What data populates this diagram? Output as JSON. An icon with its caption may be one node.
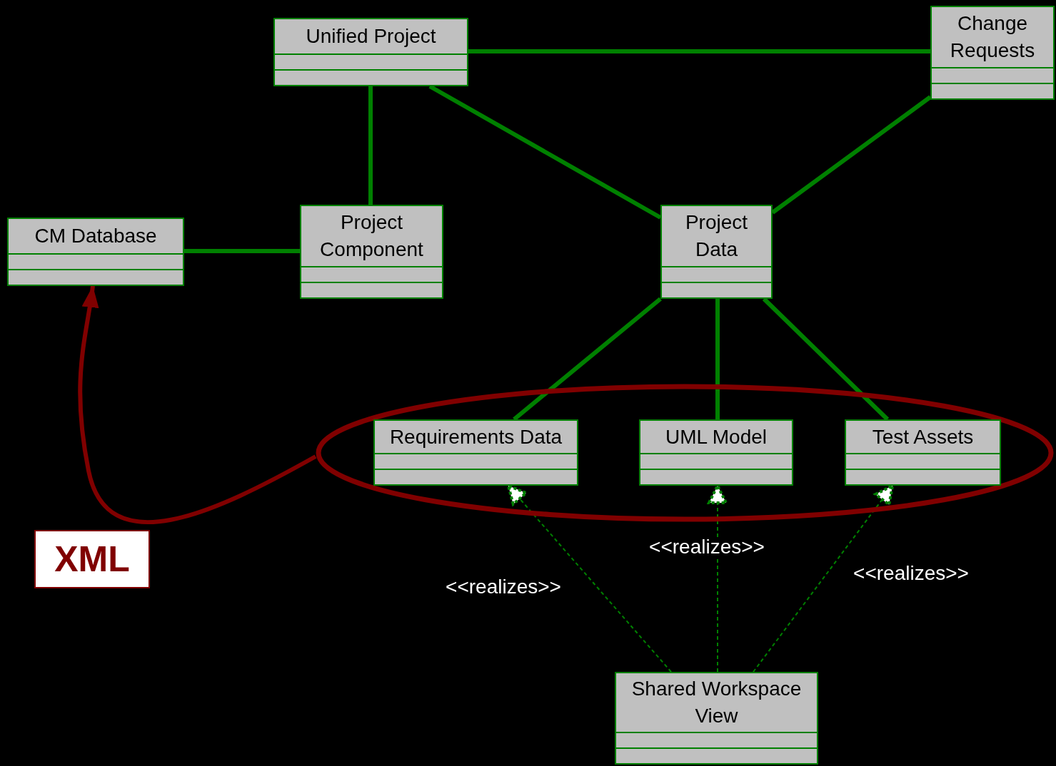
{
  "diagram": {
    "nodes": [
      {
        "text": [
          "Unified Project"
        ]
      },
      {
        "text": [
          "Change Requests"
        ]
      },
      {
        "text": [
          "CM Database"
        ]
      },
      {
        "text": [
          "Project Component"
        ]
      },
      {
        "text": [
          "Project Data"
        ]
      },
      {
        "text": [],
        "shape": "ellipse"
      },
      {
        "text": [
          "Requirements Data"
        ],
        "in": 5
      },
      {
        "text": [
          "UML Model"
        ],
        "in": 5
      },
      {
        "text": [
          "Test Assets"
        ],
        "in": 5
      },
      {
        "text": [
          "XML"
        ]
      },
      {
        "text": [
          "Shared Workspace View"
        ]
      }
    ],
    "edges": [
      {
        "from": 0,
        "to": 1,
        "arrow": "none"
      },
      {
        "from": 0,
        "to": 3,
        "arrow": "none"
      },
      {
        "from": 0,
        "to": 4,
        "arrow": "none"
      },
      {
        "from": 1,
        "to": 4,
        "arrow": "none"
      },
      {
        "from": 2,
        "to": 3,
        "arrow": "none"
      },
      {
        "from": 4,
        "to": 6,
        "arrow": "none"
      },
      {
        "from": 4,
        "to": 7,
        "arrow": "none"
      },
      {
        "from": 4,
        "to": 8,
        "arrow": "none"
      },
      {
        "from": 10,
        "to": 6,
        "arrow": "to",
        "label": "<<realizes>>",
        "style": "dashed"
      },
      {
        "from": 10,
        "to": 7,
        "arrow": "to",
        "label": "<<realizes>>",
        "style": "dashed"
      },
      {
        "from": 10,
        "to": 8,
        "arrow": "to",
        "label": "<<realizes>>",
        "style": "dashed"
      },
      {
        "from": 5,
        "to": 2,
        "arrow": "to",
        "color": "#800000"
      }
    ]
  }
}
